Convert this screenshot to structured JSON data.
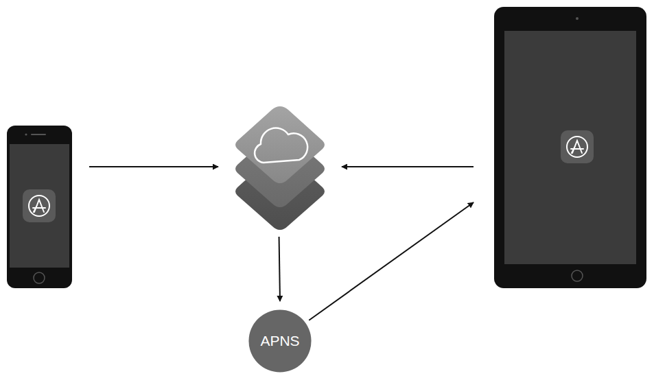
{
  "diagram": {
    "nodes": [
      {
        "text": []
      },
      {
        "text": []
      },
      {
        "text": []
      },
      {
        "text": [
          "APNS"
        ]
      }
    ],
    "edges": [
      {
        "from": 0,
        "to": 1,
        "arrow": "to"
      },
      {
        "from": 2,
        "to": 1,
        "arrow": "to"
      },
      {
        "from": 1,
        "to": 3,
        "arrow": "to"
      },
      {
        "from": 3,
        "to": 2,
        "arrow": "to"
      }
    ]
  }
}
